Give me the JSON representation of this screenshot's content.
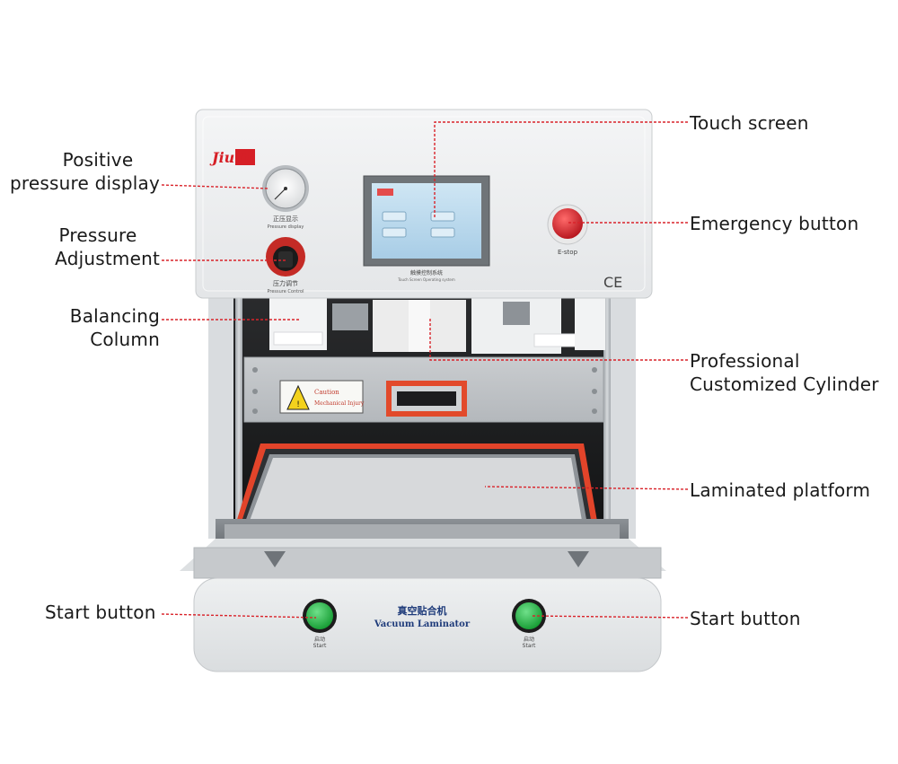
{
  "brand": {
    "logo_text": "JiuTu",
    "ce_mark": "CE"
  },
  "machine": {
    "gauge_caption_cn": "正压显示",
    "gauge_caption_en": "Pressure display",
    "knob_caption_cn": "压力调节",
    "knob_caption_en": "Pressure Control",
    "screen_caption_cn": "触摸控制系统",
    "screen_caption_en": "Touch Screen Operating system",
    "estop_caption": "E-stop",
    "caution_title": "Caution",
    "caution_text": "Mechanical Injury",
    "product_name_cn": "真空贴合机",
    "product_name_en": "Vacuum Laminator",
    "start_caption_cn": "启动",
    "start_caption_en": "Start"
  },
  "labels": {
    "positive_pressure_line1": "Positive",
    "positive_pressure_line2": "pressure display",
    "pressure_adjustment_line1": "Pressure",
    "pressure_adjustment_line2": "Adjustment",
    "balancing_column_line1": "Balancing",
    "balancing_column_line2": "Column",
    "start_left": "Start button",
    "touch_screen": "Touch screen",
    "emergency_button": "Emergency button",
    "cylinder_line1": "Professional",
    "cylinder_line2": "Customized Cylinder",
    "laminated_platform": "Laminated platform",
    "start_right": "Start button"
  },
  "colors": {
    "leader_line": "#d9232a",
    "machine_body": "#e8eaec",
    "start_button": "#1fae3c",
    "estop_button": "#d61f26",
    "gasket": "#e0452b",
    "screen": "#b9d8ec"
  }
}
